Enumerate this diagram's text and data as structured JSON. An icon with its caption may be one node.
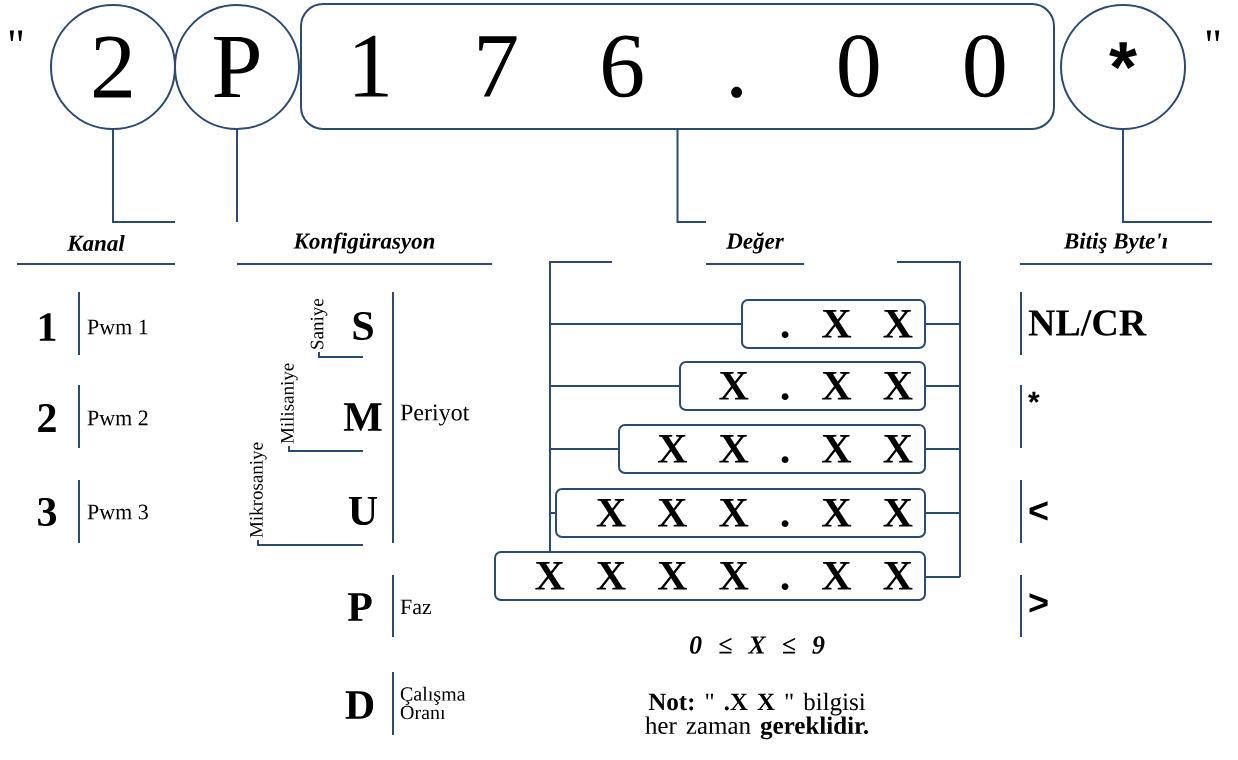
{
  "diagram": {
    "nodes": [
      {
        "text": [
          "2"
        ]
      },
      {
        "text": [
          "P"
        ]
      },
      {
        "text": [
          "1 7 6 . 0 0"
        ]
      },
      {
        "text": [
          "*"
        ]
      },
      {
        "text": [
          "Kanal"
        ]
      },
      {
        "text": [
          "Konfigürasyon"
        ]
      },
      {
        "text": [
          "Değer"
        ]
      },
      {
        "text": [
          "Bitiş Byte'ı"
        ]
      },
      {
        "text": [
          ". X X"
        ]
      },
      {
        "text": [
          "X . X X"
        ]
      },
      {
        "text": [
          "X X . X X"
        ]
      },
      {
        "text": [
          "X X X . X X"
        ]
      },
      {
        "text": [
          "X X X X . X X"
        ]
      },
      {
        "text": [
          "Saniye"
        ]
      },
      {
        "text": [
          "Milisaniye"
        ]
      },
      {
        "text": [
          "Mikrosaniye"
        ]
      },
      {
        "text": [
          "S"
        ]
      },
      {
        "text": [
          "M"
        ]
      },
      {
        "text": [
          "U"
        ]
      }
    ],
    "edges": [
      {
        "from": 0,
        "to": 4,
        "arrow": "none"
      },
      {
        "from": 1,
        "to": 5,
        "arrow": "none"
      },
      {
        "from": 2,
        "to": 6,
        "arrow": "none"
      },
      {
        "from": 3,
        "to": 7,
        "arrow": "none"
      },
      {
        "from": 13,
        "to": 16,
        "arrow": "none"
      },
      {
        "from": 14,
        "to": 17,
        "arrow": "none"
      },
      {
        "from": 15,
        "to": 18,
        "arrow": "none"
      }
    ],
    "labels": [
      "\"",
      "\"",
      "1",
      "Pwm 1",
      "2",
      "Pwm 2",
      "3",
      "Pwm 3",
      "Periyot",
      "P",
      "Faz",
      "D",
      "Çalışma Oranı",
      "NL/CR",
      "*",
      "<",
      ">",
      "0 ≤ X ≤ 9",
      "**Not:** \" **.X X** \" bilgisi her zaman **gereklidir.**"
    ]
  }
}
